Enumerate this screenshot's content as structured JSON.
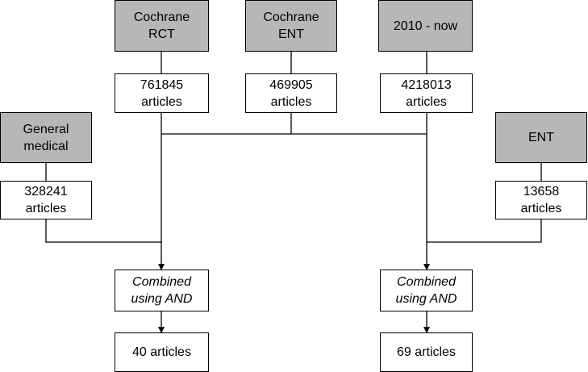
{
  "colors": {
    "source_fill": "#b7b7b7",
    "box_fill": "#ffffff",
    "stroke": "#000000"
  },
  "sources": {
    "cochrane_rct": {
      "line1": "Cochrane",
      "line2": "RCT"
    },
    "cochrane_ent": {
      "line1": "Cochrane",
      "line2": "ENT"
    },
    "date_range": {
      "line1": "2010 - now"
    },
    "general_medical": {
      "line1": "General",
      "line2": "medical"
    },
    "ent": {
      "line1": "ENT"
    }
  },
  "counts": {
    "cochrane_rct": {
      "value": "761845",
      "unit": "articles"
    },
    "cochrane_ent": {
      "value": "469905",
      "unit": "articles"
    },
    "date_range": {
      "value": "4218013",
      "unit": "articles"
    },
    "general_medical": {
      "value": "328241",
      "unit": "articles"
    },
    "ent": {
      "value": "13658",
      "unit": "articles"
    }
  },
  "operations": {
    "left": {
      "line1": "Combined",
      "line2": "using AND"
    },
    "right": {
      "line1": "Combined",
      "line2": "using AND"
    }
  },
  "results": {
    "left": {
      "text": "40 articles"
    },
    "right": {
      "text": "69 articles"
    }
  }
}
